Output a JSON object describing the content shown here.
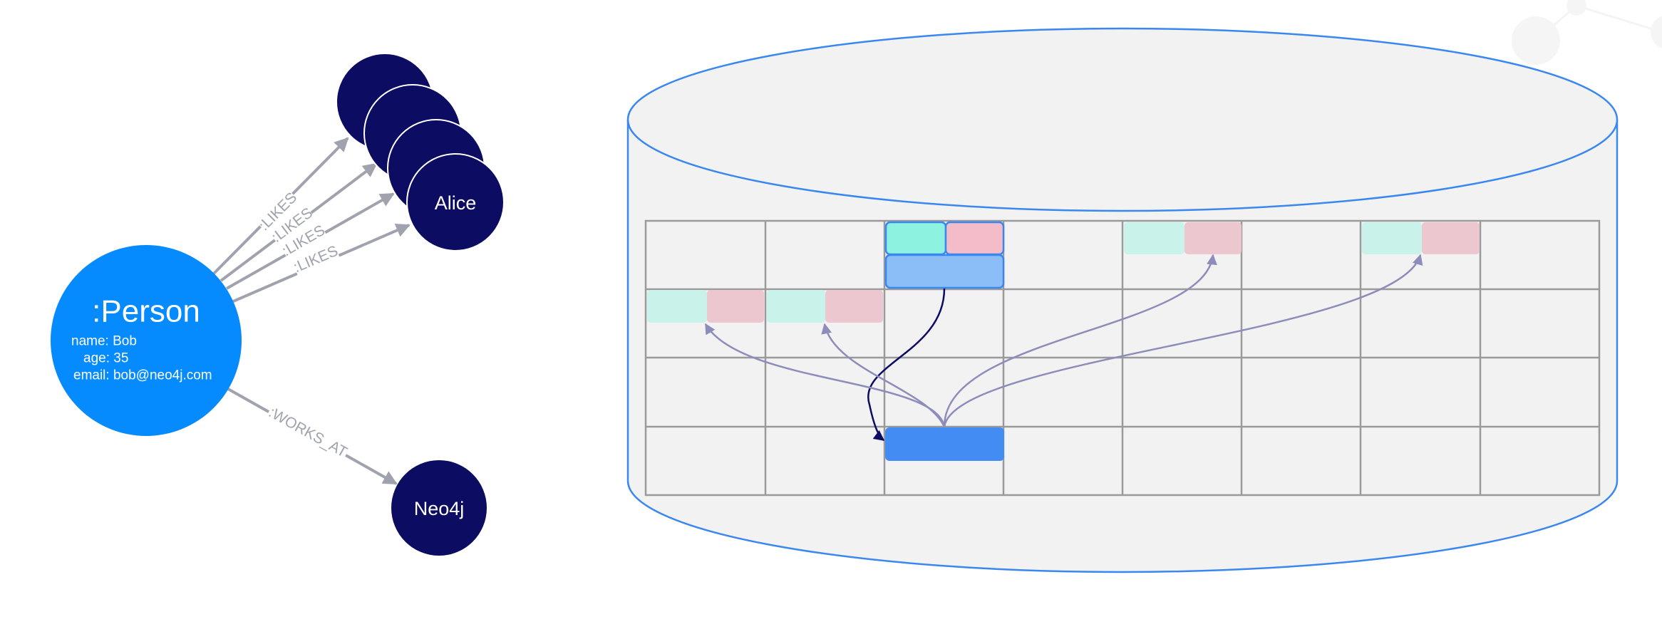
{
  "graph": {
    "person": {
      "label": ":Person",
      "prop_name": "name: Bob",
      "prop_age": "age: 35",
      "prop_email": "email: bob@neo4j.com",
      "color": "#068bff"
    },
    "liked_nodes": [
      {
        "name": ""
      },
      {
        "name": ""
      },
      {
        "name": ""
      },
      {
        "name": "Alice"
      }
    ],
    "company": {
      "name": "Neo4j"
    },
    "node_color": "#0d0c63",
    "relationships": {
      "likes": [
        ":LIKES",
        ":LIKES",
        ":LIKES",
        ":LIKES"
      ],
      "works_at": ":WORKS_AT"
    },
    "edge_color": "#a0a3ad"
  },
  "storage": {
    "cylinder_fill": "#f2f2f2",
    "cylinder_stroke": "#3a87ef",
    "grid_stroke": "#9a9a9a",
    "grid_rows": 4,
    "grid_cols": 8,
    "record_colors": {
      "property_teal": "#c9f3ea",
      "property_pink": "#ecc7d0",
      "active_teal": "#8df2e0",
      "active_pink": "#f3bcc8",
      "relationship_light": "#8bbdf7",
      "node_record": "#428cf4",
      "pointer_dark": "#0d0c63",
      "pointer_light": "#8d8cba"
    }
  }
}
